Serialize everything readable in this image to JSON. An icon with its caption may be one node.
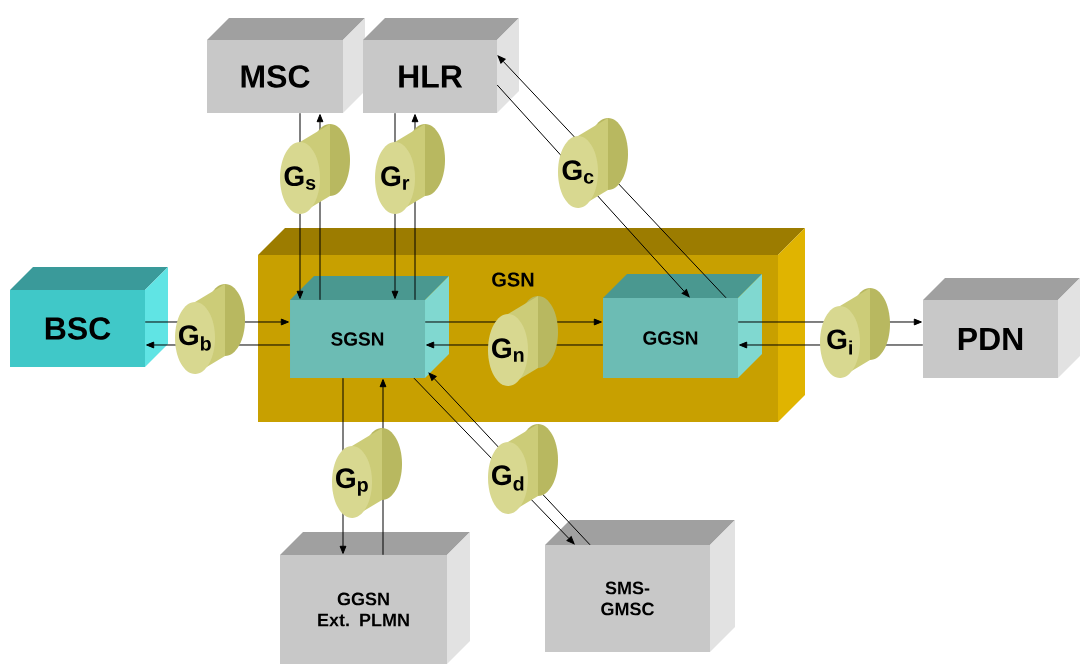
{
  "diagram": {
    "nodes": [
      {
        "text": [
          "MSC"
        ]
      },
      {
        "text": [
          "HLR"
        ]
      },
      {
        "text": [
          "BSC"
        ]
      },
      {
        "text": [
          "GSN"
        ]
      },
      {
        "text": [
          "SGSN"
        ],
        "in": 3
      },
      {
        "text": [
          "GGSN"
        ],
        "in": 3
      },
      {
        "text": [
          "PDN"
        ]
      },
      {
        "text": [
          "GGSN Ext. PLMN"
        ]
      },
      {
        "text": [
          "SMS-GMSC"
        ]
      }
    ],
    "edges": [
      {
        "from": 0,
        "to": 4,
        "arrow": "to"
      },
      {
        "from": 4,
        "to": 0,
        "arrow": "to",
        "label": "G$_{s}$"
      },
      {
        "from": 1,
        "to": 4,
        "arrow": "to"
      },
      {
        "from": 4,
        "to": 1,
        "arrow": "to",
        "label": "G$_{r}$"
      },
      {
        "from": 5,
        "to": 1,
        "arrow": "to"
      },
      {
        "from": 1,
        "to": 5,
        "arrow": "to",
        "label": "G$_{c}$"
      },
      {
        "from": 2,
        "to": 4,
        "arrow": "to"
      },
      {
        "from": 4,
        "to": 2,
        "arrow": "to",
        "label": "G$_{b}$"
      },
      {
        "from": 4,
        "to": 5,
        "arrow": "to"
      },
      {
        "from": 5,
        "to": 4,
        "arrow": "to",
        "label": "G$_{n}$"
      },
      {
        "from": 5,
        "to": 6,
        "arrow": "to"
      },
      {
        "from": 6,
        "to": 5,
        "arrow": "to",
        "label": "G$_{i}$"
      },
      {
        "from": 4,
        "to": 7,
        "arrow": "to"
      },
      {
        "from": 7,
        "to": 4,
        "arrow": "to",
        "label": "G$_{p}$"
      },
      {
        "from": 4,
        "to": 8,
        "arrow": "to"
      },
      {
        "from": 8,
        "to": 4,
        "arrow": "to",
        "label": "G$_{d}$"
      }
    ]
  }
}
